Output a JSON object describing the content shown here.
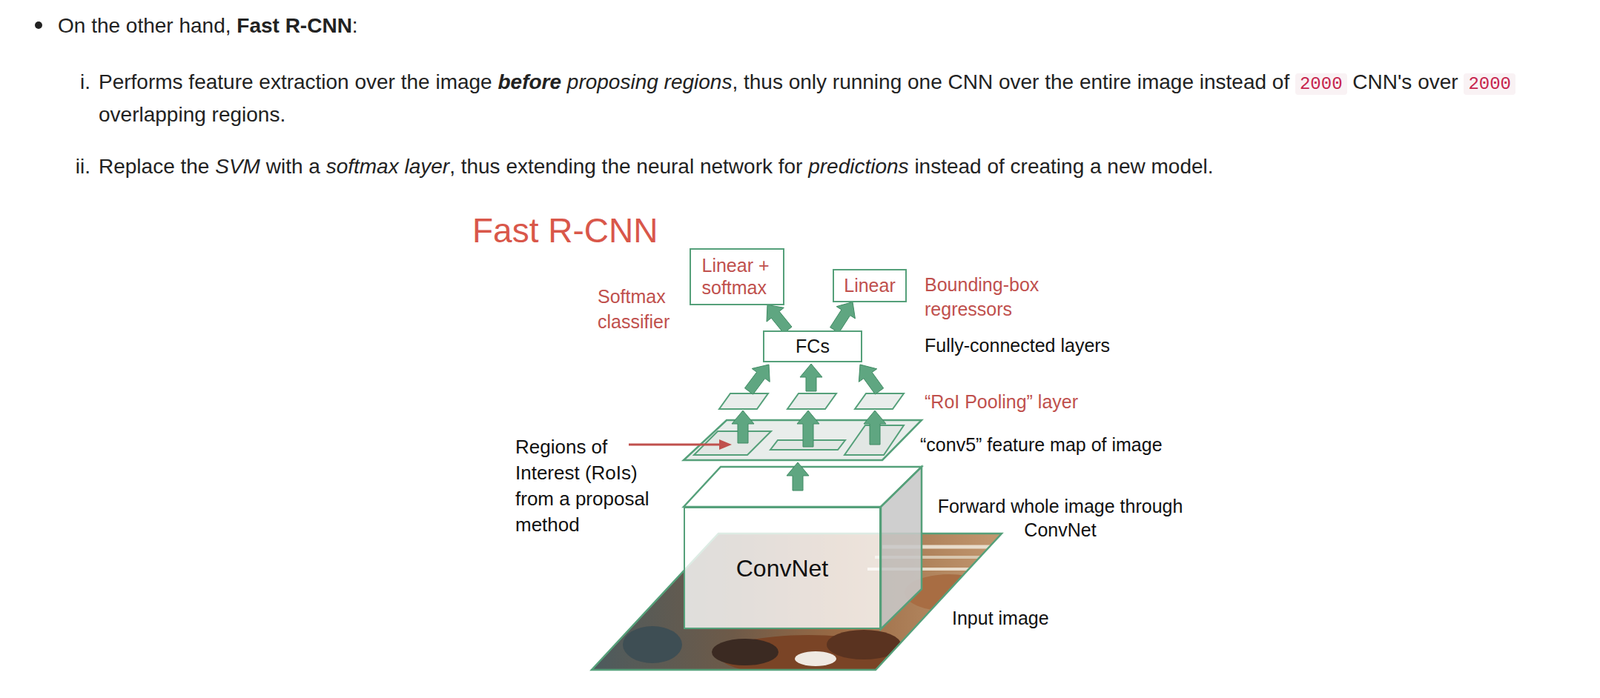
{
  "diagram": {
    "title": "Fast R-CNN",
    "nodes": [
      {
        "text": [
          "Linear + softmax"
        ]
      },
      {
        "text": [
          "Linear"
        ]
      },
      {
        "text": [
          "FCs"
        ]
      },
      {
        "text": [
          "ConvNet"
        ]
      }
    ],
    "edges": [
      {
        "from": 2,
        "to": 0,
        "arrow": "to"
      },
      {
        "from": 2,
        "to": 1,
        "arrow": "to"
      }
    ],
    "labels": [
      "On the other hand,",
      "Fast R-CNN",
      ":",
      "i.",
      "Performs feature extraction over the image",
      "before",
      "proposing regions",
      ", thus only running one CNN over the entire image instead of",
      "2000",
      "CNN's over",
      "2000",
      "overlapping regions.",
      "ii.",
      "Replace the",
      "SVM",
      "with a",
      "softmax layer",
      ", thus extending the neural network for",
      "predictions",
      "instead of creating a new model.",
      "Softmax classifier",
      "Bounding-box regressors",
      "Fully-connected layers",
      "“RoI Pooling” layer",
      "“conv5” feature map of image",
      "Regions of Interest (RoIs) from a proposal method",
      "Forward whole image through ConvNet",
      "Input image"
    ]
  }
}
